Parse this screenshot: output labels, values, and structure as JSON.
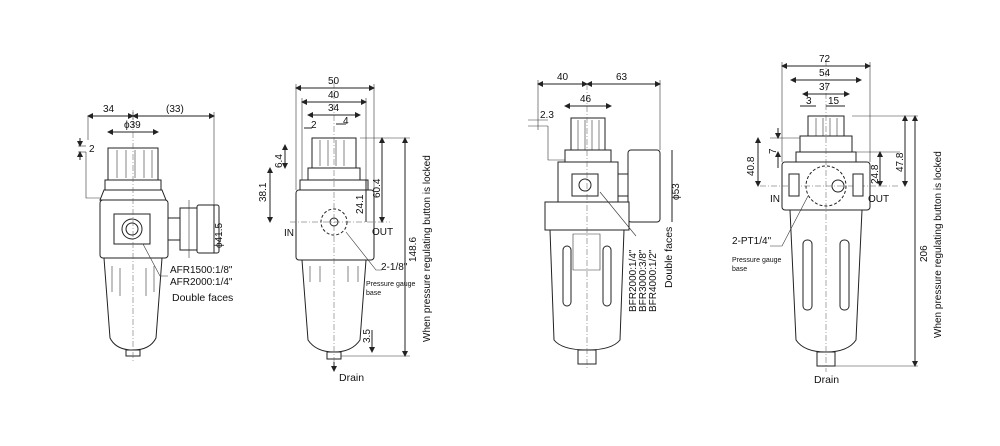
{
  "views": [
    {
      "dims": {
        "d34": "34",
        "d33": "(33)",
        "phi39": "ϕ39",
        "d2": "2",
        "phi41": "ϕ41.5"
      },
      "labels": {
        "model_a": "AFR1500:1/8\"",
        "model_b": "AFR2000:1/4\"",
        "faces": "Double faces"
      }
    },
    {
      "dims": {
        "d50": "50",
        "d40": "40",
        "d34": "34",
        "d2": "2",
        "d4": "4",
        "d64": "6.4",
        "d381": "38.1",
        "d604": "60.4",
        "d241": "24.1",
        "d1486": "148.6",
        "d35": "3.5"
      },
      "labels": {
        "in": "IN",
        "out": "OUT",
        "gauge": "2-1/8\"",
        "gauge_base_1": "Pressure gauge",
        "gauge_base_2": "base",
        "locked": "When pressure regulating button is locked",
        "drain": "Drain"
      }
    },
    {
      "dims": {
        "d40": "40",
        "d63": "63",
        "d46": "46",
        "d23": "2.3",
        "phi53": "ϕ53"
      },
      "labels": {
        "m1": "BFR2000:1/4\"",
        "m2": "BFR3000:3/8\"",
        "m3": "BFR4000:1/2\"",
        "faces": "Double faces"
      }
    },
    {
      "dims": {
        "d72": "72",
        "d54": "54",
        "d37": "37",
        "d3": "3",
        "d15": "15",
        "d7": "7",
        "d408": "40.8",
        "d248": "24.8",
        "d478": "47.8",
        "d206": "206"
      },
      "labels": {
        "in": "IN",
        "out": "OUT",
        "gauge": "2-PT1/4\"",
        "gauge_base_1": "Pressure gauge",
        "gauge_base_2": "base",
        "locked": "When pressure regulating button is locked",
        "drain": "Drain"
      }
    }
  ]
}
